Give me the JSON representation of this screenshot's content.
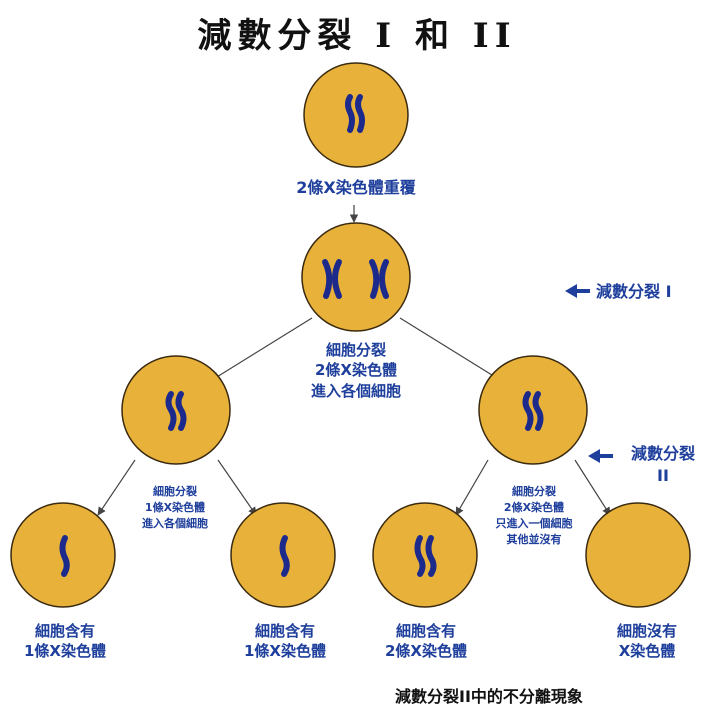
{
  "title": "減數分裂 I 和 II",
  "caption": "減數分裂II中的不分離現象",
  "cells": {
    "top": {
      "label": "2條X染色體重覆"
    },
    "meiosis1": {
      "label": "減數分裂 I"
    },
    "meiosis2": {
      "label_line1": "減數分裂",
      "label_line2": "II"
    },
    "division1": {
      "line1": "細胞分裂",
      "line2": "2條X染色體",
      "line3": "進入各個細胞"
    },
    "division_left": {
      "line1": "細胞分裂",
      "line2": "1條X染色體",
      "line3": "進入各個細胞"
    },
    "division_right": {
      "line1": "細胞分裂",
      "line2": "2條X染色體",
      "line3": "只進入一個細胞",
      "line4": "其他並沒有"
    },
    "bottom": [
      {
        "line1": "細胞含有",
        "line2": "1條X染色體"
      },
      {
        "line1": "細胞含有",
        "line2": "1條X染色體"
      },
      {
        "line1": "細胞含有",
        "line2": "2條X染色體"
      },
      {
        "line1": "細胞沒有",
        "line2": "X染色體"
      }
    ]
  },
  "colors": {
    "cell_fill": "#e8b23a",
    "cell_stroke": "#3a2a10",
    "chromosome": "#1c2a8c",
    "label_text": "#1f3f9c",
    "arrow": "#444444"
  }
}
